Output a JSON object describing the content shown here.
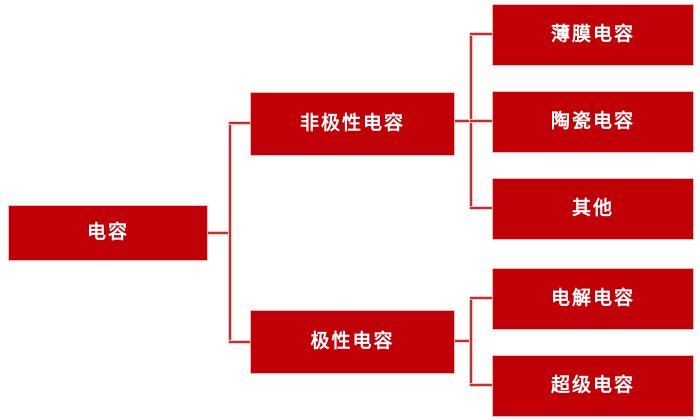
{
  "diagram": {
    "type": "tree-hierarchy",
    "orientation": "left-to-right",
    "colors": {
      "node_fill": "#C00006",
      "node_border": "#EFB9B9",
      "node_text": "#FFFFFF",
      "connector": "#C3302F",
      "background": "#FFFFFF"
    },
    "root": {
      "label": "电容"
    },
    "branches": [
      {
        "label": "非极性电容",
        "children": [
          {
            "label": "薄膜电容"
          },
          {
            "label": "陶瓷电容"
          },
          {
            "label": "其他"
          }
        ]
      },
      {
        "label": "极性电容",
        "children": [
          {
            "label": "电解电容"
          },
          {
            "label": "超级电容"
          }
        ]
      }
    ]
  }
}
